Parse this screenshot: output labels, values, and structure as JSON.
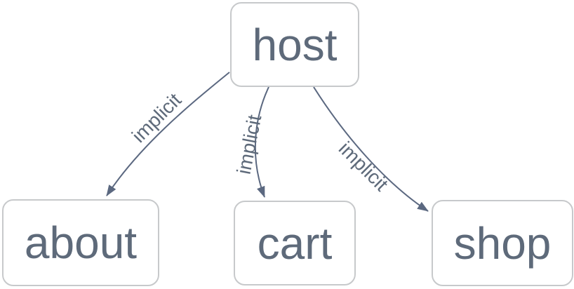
{
  "graph": {
    "nodes": [
      {
        "id": "host",
        "label": "host"
      },
      {
        "id": "about",
        "label": "about"
      },
      {
        "id": "cart",
        "label": "cart"
      },
      {
        "id": "shop",
        "label": "shop"
      }
    ],
    "edges": [
      {
        "source": "host",
        "target": "about",
        "label": "implicit"
      },
      {
        "source": "host",
        "target": "cart",
        "label": "implicit"
      },
      {
        "source": "host",
        "target": "shop",
        "label": "implicit"
      }
    ],
    "colors": {
      "background": "#ffffff",
      "node_border": "#c7c9cb",
      "node_fill": "#ffffff",
      "node_text": "#5e6a7a",
      "edge_stroke": "#5b6880",
      "edge_label_text": "#5e6a7a"
    }
  }
}
